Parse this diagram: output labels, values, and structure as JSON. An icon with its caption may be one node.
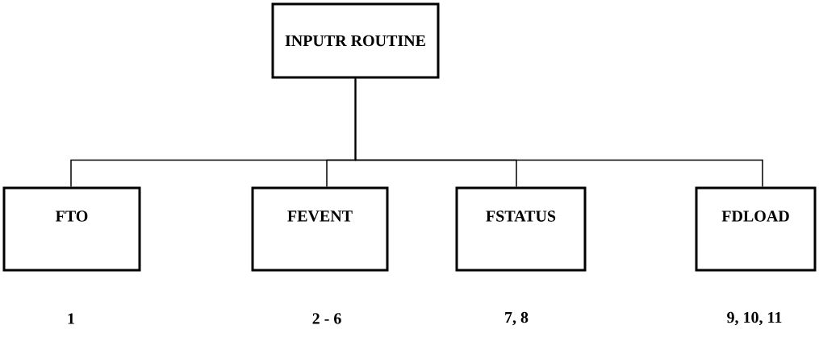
{
  "diagram": {
    "nodes": [
      {
        "text": [
          "INPUTR ROUTINE"
        ]
      },
      {
        "text": [
          "FTO"
        ],
        "beside": [
          "1"
        ]
      },
      {
        "text": [
          "FEVENT"
        ],
        "beside": [
          "2 - 6"
        ]
      },
      {
        "text": [
          "FSTATUS"
        ],
        "beside": [
          "7, 8"
        ]
      },
      {
        "text": [
          "FDLOAD"
        ],
        "beside": [
          "9, 10, 11"
        ]
      }
    ],
    "edges": [
      {
        "from": 0,
        "to": 1,
        "arrow": "none"
      },
      {
        "from": 0,
        "to": 2,
        "arrow": "none"
      },
      {
        "from": 0,
        "to": 3,
        "arrow": "none"
      },
      {
        "from": 0,
        "to": 4,
        "arrow": "none"
      }
    ]
  }
}
